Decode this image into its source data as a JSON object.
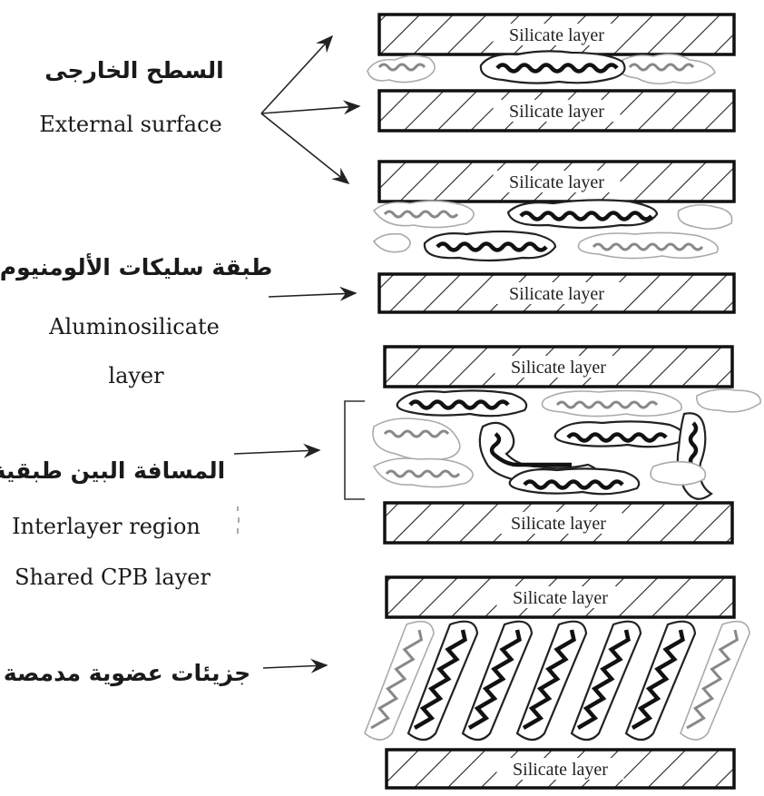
{
  "labels": {
    "external_ar": "السطح الخارجى",
    "external_en": "External surface",
    "alumino_ar": "طبقة سليكات الألومنيوم",
    "alumino_en_1": "Aluminosilicate",
    "alumino_en_2": "layer",
    "interlayer_ar": "المسافة البين طبقية",
    "interlayer_en": "Interlayer region",
    "shared_en": "Shared CPB layer",
    "adsorbed_ar": "جزيئات عضوية مدمصة"
  },
  "layers": [
    "Silicate layer",
    "Silicate layer",
    "Silicate layer",
    "Silicate layer",
    "Silicate layer",
    "Silicate layer",
    "Silicate layer",
    "Silicate layer"
  ],
  "colors": {
    "ink": "#1a1a1a",
    "hatch": "#222222",
    "faint_chain": "#888888"
  }
}
